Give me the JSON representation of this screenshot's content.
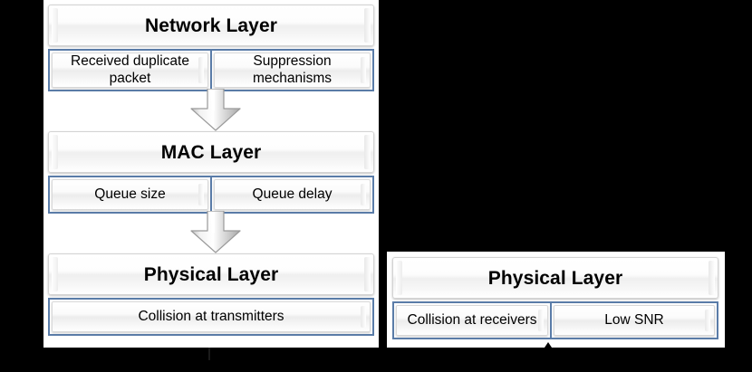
{
  "diagram": {
    "background_color": "#000000",
    "panel_color": "#ffffff",
    "frame_color": "#5a7ca8",
    "left_stack": {
      "name": "transmitter-side-stack",
      "layers": [
        {
          "title": "Network Layer",
          "cells": [
            "Received duplicate packet",
            "Suppression mechanisms"
          ]
        },
        {
          "title": "MAC Layer",
          "cells": [
            "Queue size",
            "Queue delay"
          ]
        },
        {
          "title": "Physical Layer",
          "cells": [
            "Collision at transmitters"
          ]
        }
      ],
      "connectors": [
        "down-arrow",
        "down-arrow"
      ]
    },
    "right_stack": {
      "name": "receiver-side-stack",
      "layers": [
        {
          "title": "Physical Layer",
          "cells": [
            "Collision at receivers",
            "Low SNR"
          ]
        }
      ],
      "connectors": [
        "up-arrow-tick"
      ]
    }
  }
}
